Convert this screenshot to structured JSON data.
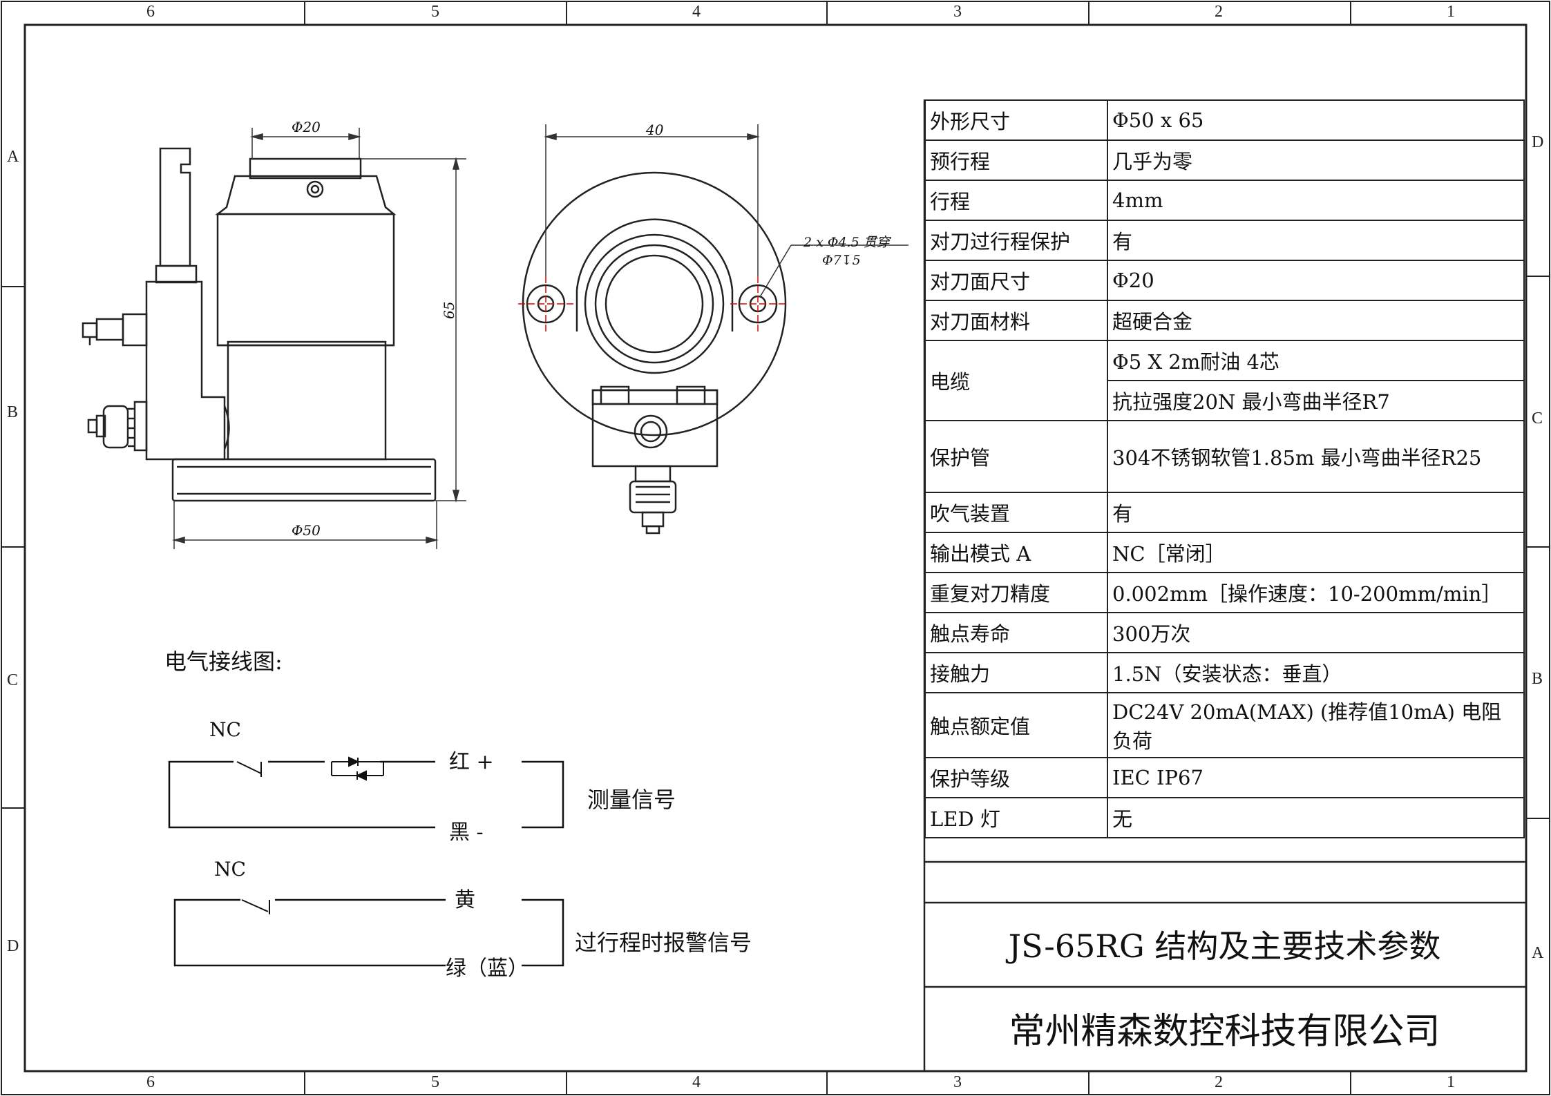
{
  "border": {
    "columns": [
      "6",
      "5",
      "4",
      "3",
      "2",
      "1"
    ],
    "rows_left": [
      "A",
      "B",
      "C",
      "D"
    ],
    "rows_right": [
      "D",
      "C",
      "B",
      "A"
    ]
  },
  "dimensions": {
    "top_diameter": "Φ20",
    "height": "65",
    "base_diameter": "Φ50",
    "width": "40",
    "hole_note_line1": "2 x Φ4.5 贯穿",
    "hole_note_line2": "Φ7↧5"
  },
  "wiring": {
    "heading": "电气接线图:",
    "circuit1": {
      "nc": "NC",
      "wire_a": "红 +",
      "wire_b": "黑 -",
      "signal": "测量信号"
    },
    "circuit2": {
      "nc": "NC",
      "wire_a": "黄",
      "wire_b": "绿（蓝）",
      "signal": "过行程时报警信号"
    }
  },
  "specs": [
    {
      "key": "外形尺寸",
      "value": "Φ50 x 65"
    },
    {
      "key": "预行程",
      "value": "几乎为零"
    },
    {
      "key": "行程",
      "value": "4mm"
    },
    {
      "key": "对刀过行程保护",
      "value": "有"
    },
    {
      "key": "对刀面尺寸",
      "value": "Φ20"
    },
    {
      "key": "对刀面材料",
      "value": "超硬合金"
    },
    {
      "key": "电缆",
      "value": "Φ5 X 2m耐油 4芯",
      "value2": "抗拉强度20N 最小弯曲半径R7"
    },
    {
      "key": "保护管",
      "value": "304不锈钢软管1.85m 最小弯曲半径R25"
    },
    {
      "key": "吹气装置",
      "value": "有"
    },
    {
      "key": "输出模式 A",
      "value": "NC［常闭］"
    },
    {
      "key": "重复对刀精度",
      "value": "0.002mm［操作速度：10-200mm/min］"
    },
    {
      "key": "触点寿命",
      "value": "300万次"
    },
    {
      "key": "接触力",
      "value": "1.5N（安装状态：垂直）"
    },
    {
      "key": "触点额定值",
      "value": "DC24V 20mA(MAX) (推荐值10mA) 电阻负荷"
    },
    {
      "key": "保护等级",
      "value": "IEC IP67"
    },
    {
      "key": "LED 灯",
      "value": "无"
    }
  ],
  "title": "JS-65RG 结构及主要技术参数",
  "company": "常州精森数控科技有限公司"
}
